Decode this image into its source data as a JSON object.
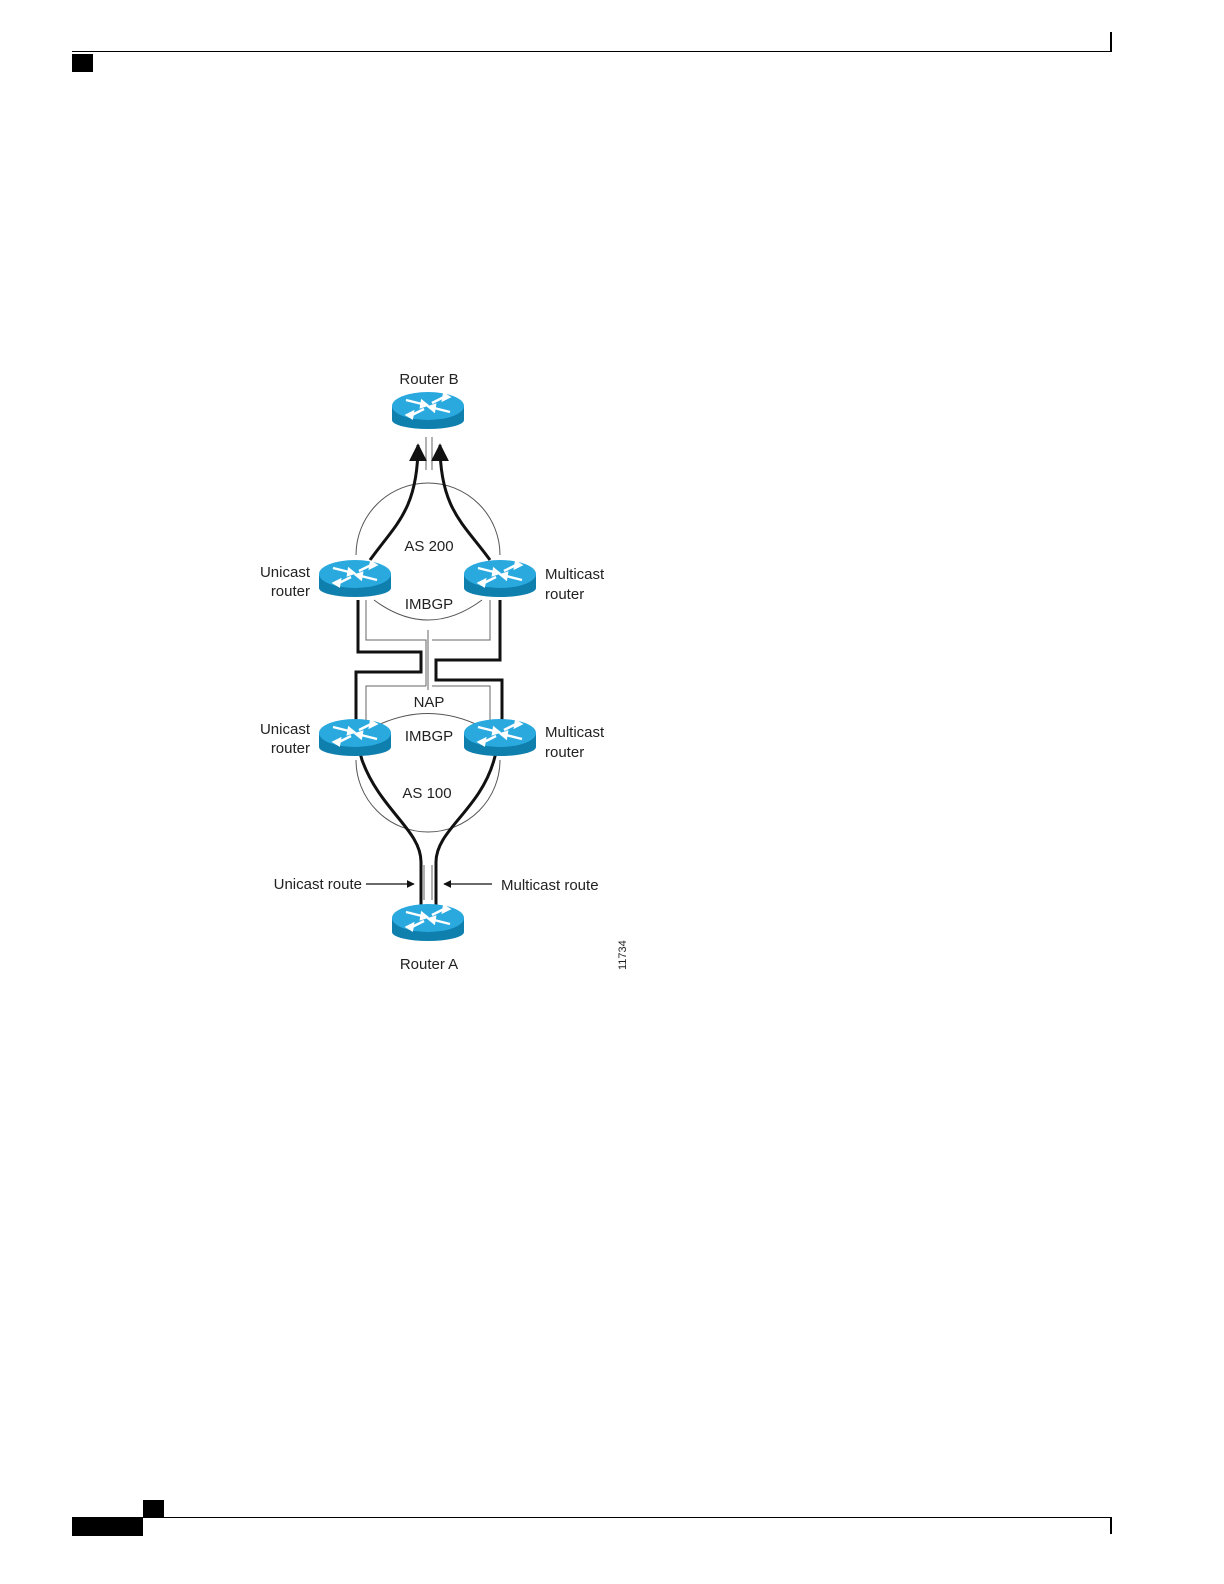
{
  "diagram": {
    "router_b": "Router B",
    "router_a": "Router A",
    "as200": "AS 200",
    "as100": "AS 100",
    "imbgp_top": "IMBGP",
    "imbgp_bottom": "IMBGP",
    "nap": "NAP",
    "unicast_router_top": [
      "Unicast",
      "router"
    ],
    "multicast_router_top": [
      "Multicast",
      "router"
    ],
    "unicast_router_bottom": [
      "Unicast",
      "router"
    ],
    "multicast_router_bottom": [
      "Multicast",
      "router"
    ],
    "unicast_route": "Unicast route",
    "multicast_route": "Multicast route",
    "figure_number": "11734",
    "router_color": "#1ba0d7"
  }
}
